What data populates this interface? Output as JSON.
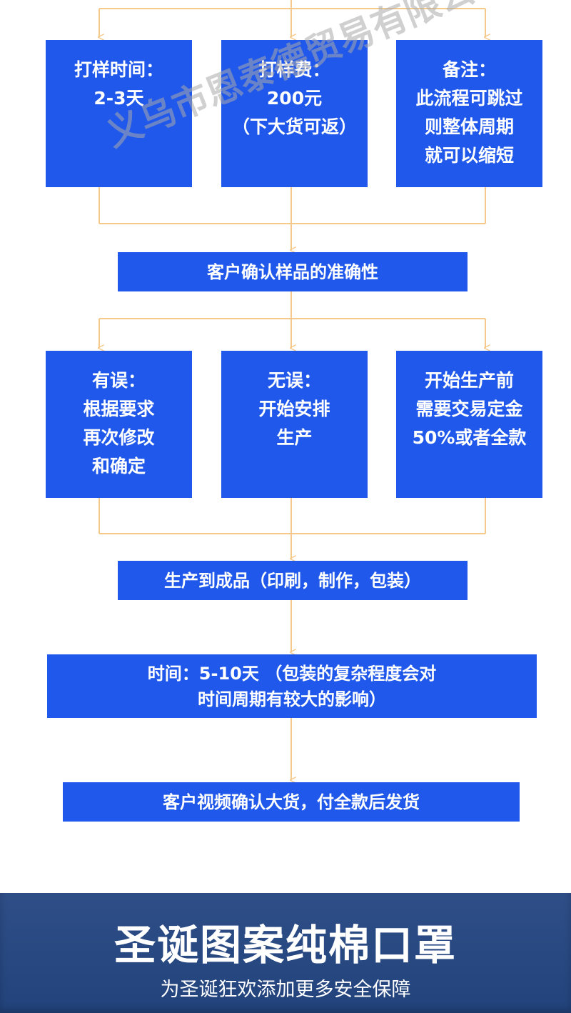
{
  "flow": {
    "row1": [
      {
        "lines": [
          "打样时间：",
          "2-3天"
        ]
      },
      {
        "lines": [
          "打样费：",
          "200元",
          "（下大货可返）"
        ]
      },
      {
        "lines": [
          "备注：",
          "此流程可跳过",
          "则整体周期",
          "就可以缩短"
        ]
      }
    ],
    "confirm_sample": "客户确认样品的准确性",
    "row2": [
      {
        "lines": [
          "有误：",
          "根据要求",
          "再次修改",
          "和确定"
        ]
      },
      {
        "lines": [
          "无误：",
          "开始安排",
          "生产"
        ]
      },
      {
        "lines": [
          "开始生产前",
          "需要交易定金",
          "50%或者全款"
        ]
      }
    ],
    "production": "生产到成品（印刷，制作，包装）",
    "timeline": [
      "时间：5-10天 （包装的复杂程度会对",
      "时间周期有较大的影响）"
    ],
    "final": "客户视频确认大货，付全款后发货"
  },
  "watermark": "义乌市恩泰德贸易有限公司",
  "banner": {
    "title": "圣诞图案纯棉口罩",
    "subtitle": "为圣诞狂欢添加更多安全保障"
  },
  "colors": {
    "box": "#1f58ea",
    "connector": "#f5c98a",
    "banner": "#2a4a84"
  }
}
